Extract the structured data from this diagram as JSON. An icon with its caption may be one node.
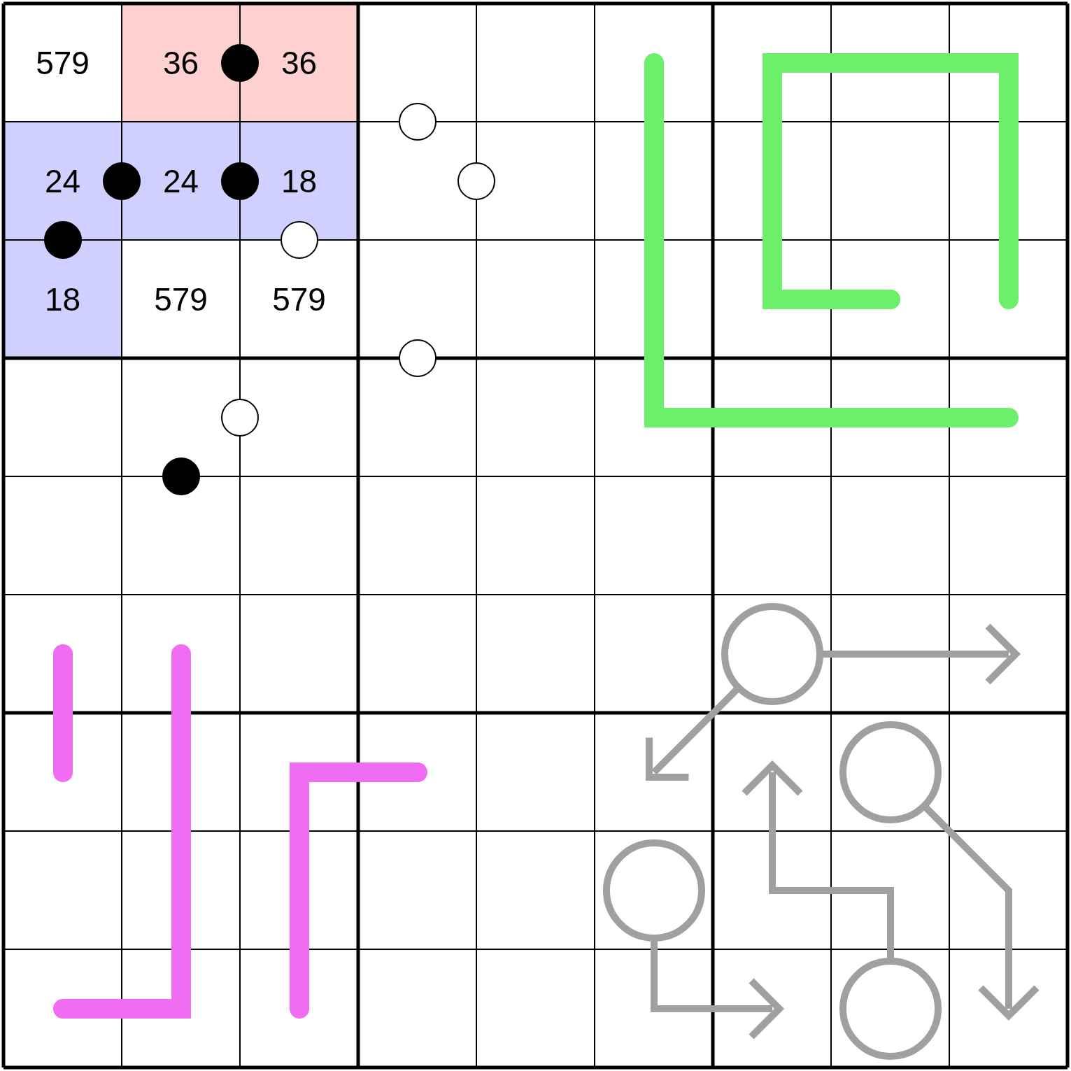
{
  "diagram": {
    "nodes": [
      {
        "text": [],
        "shape": "circle"
      },
      {
        "text": [],
        "shape": "circle"
      },
      {
        "text": [],
        "shape": "circle"
      },
      {
        "text": [],
        "shape": "circle"
      }
    ],
    "edges": [
      {
        "from": 0,
        "to": null,
        "arrow": "to"
      },
      {
        "from": 0,
        "to": null,
        "arrow": "to"
      },
      {
        "from": 1,
        "to": null,
        "arrow": "to"
      },
      {
        "from": 2,
        "to": null,
        "arrow": "to"
      },
      {
        "from": 3,
        "to": null,
        "arrow": "to"
      }
    ],
    "labels": [
      "579",
      "36",
      "36",
      "24",
      "24",
      "18",
      "18",
      "579",
      "579"
    ]
  }
}
